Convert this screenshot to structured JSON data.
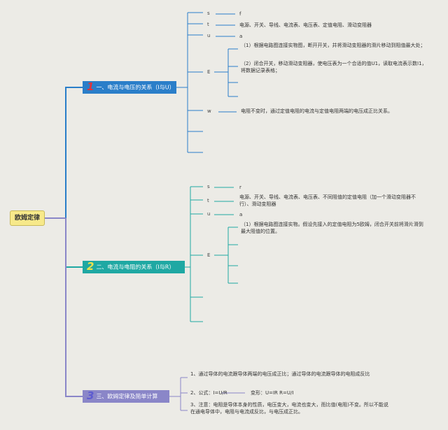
{
  "root": {
    "label": "欧姆定律"
  },
  "branches": [
    {
      "number": "1",
      "label": "一、电流与电压的关系（I与U）",
      "items": [
        {
          "key": "s",
          "text": "f"
        },
        {
          "key": "t",
          "text": "电源、开关、导线、电流表、电压表、定值电阻、滑动变阻器"
        },
        {
          "key": "u",
          "text": "a"
        },
        {
          "key": "E",
          "steps": [
            "（1）根据电路图连接实物图，断开开关，并将滑动变阻器的滑片移动到阻值最大处；",
            "（2）闭合开关，移动滑动变阻器，使电压表为一个合适的值U1，读取电流表示数I1，将数据记录表格；"
          ]
        },
        {
          "key": "w",
          "text": "电阻不变时，通过定值电阻的电流与定值电阻两端的电压成正比关系。"
        }
      ]
    },
    {
      "number": "2",
      "label": "二、电流与电阻的关系（I与R）",
      "items": [
        {
          "key": "s",
          "text": "r"
        },
        {
          "key": "t",
          "text": "电源、开关、导线、电流表、电压表、不同阻值的定值电阻（加一个滑动变阻器不行）、滑动变阻器"
        },
        {
          "key": "u",
          "text": "a"
        },
        {
          "key": "E",
          "steps": [
            "（1）根据电路图连接实物。假设先接入的定值电阻为5欧姆，闭合开关前将滑片滑到最大阻值的位置。"
          ]
        }
      ]
    },
    {
      "number": "3",
      "label": "三、欧姆定律及简单计算",
      "items": [
        {
          "text": "1、通过导体的电流跟导体两端的电压成正比；通过导体的电流跟导体的电阻成反比"
        },
        {
          "text": "2、公式：I=U/R",
          "extra": "变形：U=IR R=U/I"
        },
        {
          "text": "3、注意：电阻是导体本身的性质，电压变大，电流也变大，而比值(电阻)不变。所以不能说在通电导体中，电阻与电流成反比，与电压成正比。"
        }
      ]
    }
  ],
  "colors": {
    "background": "#ecebe6",
    "branch1": "#2a7ec9",
    "branch2": "#1fa8a3",
    "branch3": "#8a86c8",
    "root": "#f7e98a"
  }
}
